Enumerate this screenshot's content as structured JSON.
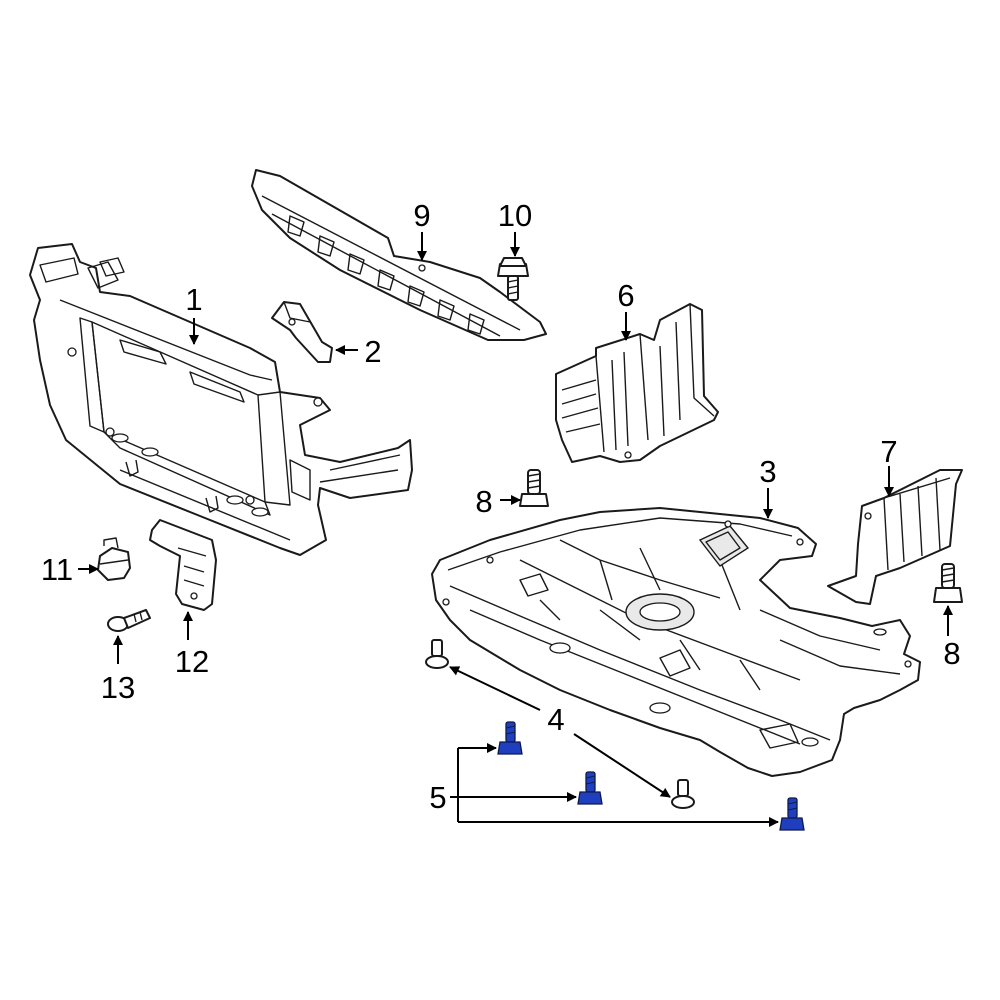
{
  "callouts": {
    "c1": "1",
    "c2": "2",
    "c3": "3",
    "c4": "4",
    "c5": "5",
    "c6": "6",
    "c7": "7",
    "c8a": "8",
    "c8b": "8",
    "c9": "9",
    "c10": "10",
    "c11": "11",
    "c12": "12",
    "c13": "13"
  },
  "colors": {
    "line": "#1a1a1a",
    "highlight_bolt": "#1f3fbf"
  }
}
